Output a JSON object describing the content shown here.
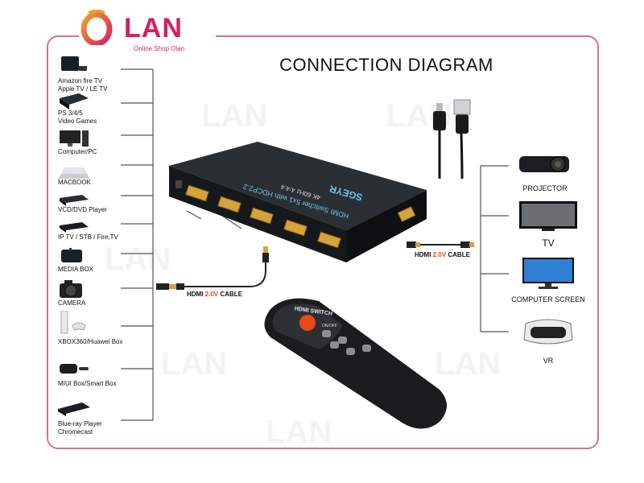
{
  "brand": {
    "logo_word": "LAN",
    "tagline": "Online Shop Olan"
  },
  "diagram": {
    "title": "CONNECTION DIAGRAM",
    "watermark_text": "LAN",
    "source_devices": [
      {
        "label": "Amazon fire TV\nApple TV / LE TV",
        "icon": "media-stick-icon"
      },
      {
        "label": "PS 3/4/5\nVideo Games",
        "icon": "game-console-icon"
      },
      {
        "label": "Computer/PC",
        "icon": "desktop-pc-icon"
      },
      {
        "label": "MACBOOK",
        "icon": "laptop-icon"
      },
      {
        "label": "VCD/DVD Player",
        "icon": "dvd-player-icon"
      },
      {
        "label": "IP TV / STB / Fire,TV",
        "icon": "set-top-box-icon"
      },
      {
        "label": "MEDIA BOX",
        "icon": "media-box-icon"
      },
      {
        "label": "CAMERA",
        "icon": "camera-icon"
      },
      {
        "label": "XBOX360/Huawei Box",
        "icon": "xbox-icon"
      },
      {
        "label": "MIUI Box/Smart Box",
        "icon": "smart-box-icon"
      },
      {
        "label": "Blue-ray Player\nChromecast",
        "icon": "bluray-player-icon"
      }
    ],
    "display_devices": [
      {
        "label": "PROJECTOR",
        "icon": "projector-icon"
      },
      {
        "label": "TV",
        "icon": "tv-icon"
      },
      {
        "label": "COMPUTER SCREEN",
        "icon": "monitor-icon"
      },
      {
        "label": "VR",
        "icon": "vr-headset-icon"
      }
    ],
    "input_cable": {
      "prefix": "HDMI ",
      "version": "2.0V",
      "suffix": " CABLE"
    },
    "output_cable": {
      "prefix": "HDMI ",
      "version": "2.0V",
      "suffix": " CABLE"
    },
    "switch": {
      "brand": "SGEYR",
      "model_line": "HDMI Switcher 5x1 with HDCP2.2",
      "feature_line": "4K 60Hz 4:4:4",
      "port_count": 5
    },
    "remote": {
      "header": "HDMI SWITCH",
      "power_label": "ON/OFF",
      "button_count": 5
    },
    "colors": {
      "accent": "#d61f5c",
      "frame": "#d9708a",
      "cable_version": "#e04a1a",
      "device_body": "#1b1f23",
      "hdmi_gold": "#d6a23a",
      "lines": "#555555"
    }
  }
}
